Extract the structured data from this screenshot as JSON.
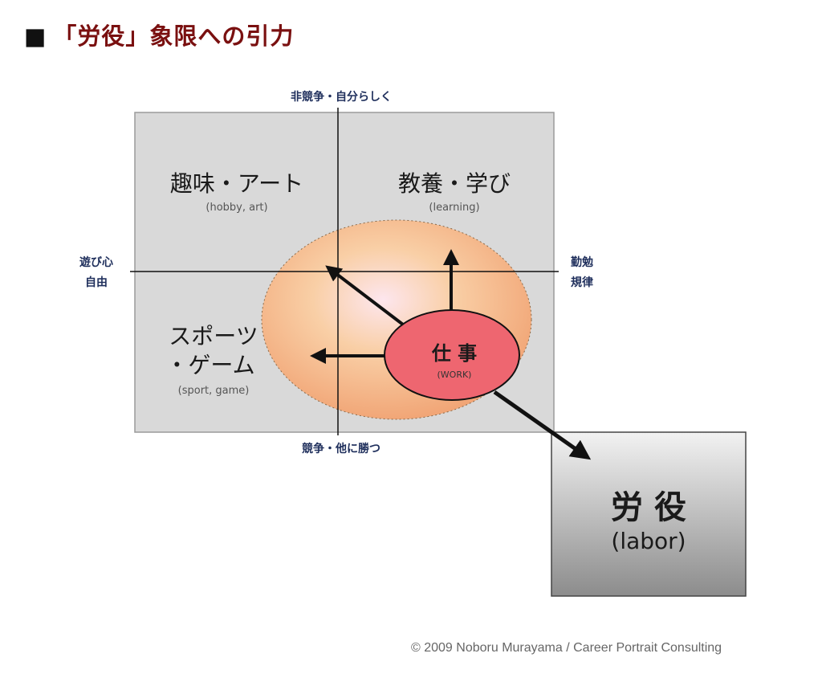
{
  "title": {
    "bullet": "■",
    "text": "「労役」象限への引力"
  },
  "axes": {
    "top": "非競争・自分らしく",
    "bottom": "競争・他に勝つ",
    "left_line1": "遊び心",
    "left_line2": "自由",
    "right_line1": "勤勉",
    "right_line2": "規律"
  },
  "quadrants": {
    "top_left": {
      "main": "趣味・アート",
      "sub": "(hobby, art)"
    },
    "top_right": {
      "main": "教養・学び",
      "sub": "(learning)"
    },
    "bottom_left": {
      "main_line1": "スポーツ",
      "main_line2": "・ゲーム",
      "sub": "(sport, game)"
    }
  },
  "work": {
    "main": "仕 事",
    "sub": "(WORK)"
  },
  "labor": {
    "main": "労 役",
    "sub": "(labor)"
  },
  "copyright": "© 2009 Noboru Murayama / Career Portrait Consulting",
  "colors": {
    "title": "#7a1010",
    "axis_label": "#1f2f5c",
    "quadrant_fill": "#d9d9d9",
    "work_fill": "#ee6670",
    "labor_fill_top": "#f2f2f2",
    "labor_fill_bottom": "#8c8c8c"
  }
}
